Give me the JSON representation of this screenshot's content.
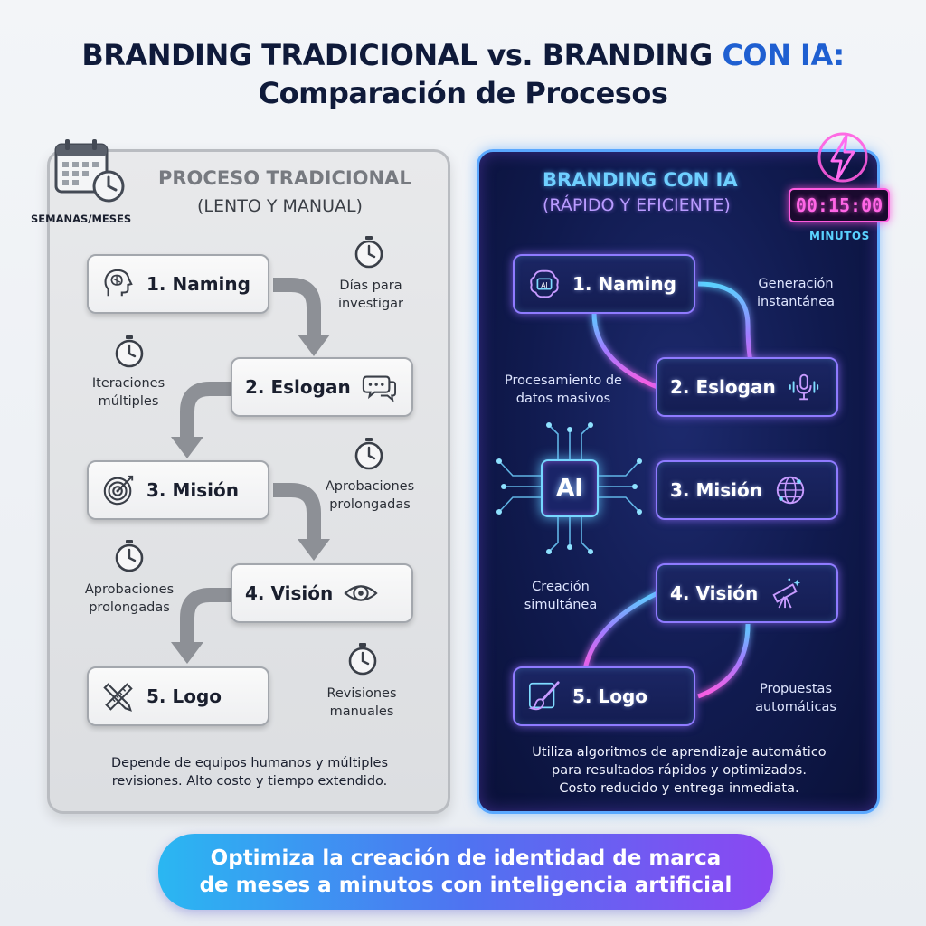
{
  "title": {
    "line1_part1": "BRANDING TRADICIONAL vs. BRANDING ",
    "line1_accent": "CON IA:",
    "line2": "Comparación de Procesos"
  },
  "traditional": {
    "title": "PROCESO TRADICIONAL",
    "subtitle": "(LENTO Y MANUAL)",
    "duration_label": "SEMANAS/MESES",
    "steps": [
      {
        "label": "1. Naming",
        "icon": "brain-head-icon"
      },
      {
        "label": "2. Eslogan",
        "icon": "chat-bubbles-icon"
      },
      {
        "label": "3. Misión",
        "icon": "target-icon"
      },
      {
        "label": "4. Visión",
        "icon": "eye-icon"
      },
      {
        "label": "5. Logo",
        "icon": "ruler-pencil-icon"
      }
    ],
    "notes": [
      "Días para investigar",
      "Iteraciones múltiples",
      "Aprobaciones prolongadas",
      "Aprobaciones prolongadas",
      "Revisiones manuales"
    ],
    "footer_line1": "Depende de equipos humanos y múltiples",
    "footer_line2": "revisiones. Alto costo y tiempo extendido."
  },
  "ai": {
    "title": "BRANDING CON IA",
    "subtitle": "(RÁPIDO Y EFICIENTE)",
    "timer": "00:15:00",
    "duration_label": "MINUTOS",
    "chip_label": "AI",
    "steps": [
      {
        "label": "1. Naming",
        "icon": "ai-brain-icon"
      },
      {
        "label": "2. Eslogan",
        "icon": "microphone-icon"
      },
      {
        "label": "3. Misión",
        "icon": "globe-icon"
      },
      {
        "label": "4. Visión",
        "icon": "telescope-icon"
      },
      {
        "label": "5. Logo",
        "icon": "paintbrush-icon"
      }
    ],
    "notes": [
      "Generación instantánea",
      "Procesamiento de datos masivos",
      "Creación simultánea",
      "Propuestas automáticas"
    ],
    "footer_line1": "Utiliza algoritmos de aprendizaje automático",
    "footer_line2": "para resultados rápidos y optimizados.",
    "footer_line3": "Costo reducido y entrega inmediata."
  },
  "banner": {
    "line1": "Optimiza la creación de identidad de marca",
    "line2": "de meses a minutos con inteligencia artificial"
  },
  "colors": {
    "accent_blue": "#1f5fd1",
    "neon_cyan": "#5ad2ff",
    "neon_purple": "#8f7bff",
    "neon_pink": "#ff5ce0"
  }
}
